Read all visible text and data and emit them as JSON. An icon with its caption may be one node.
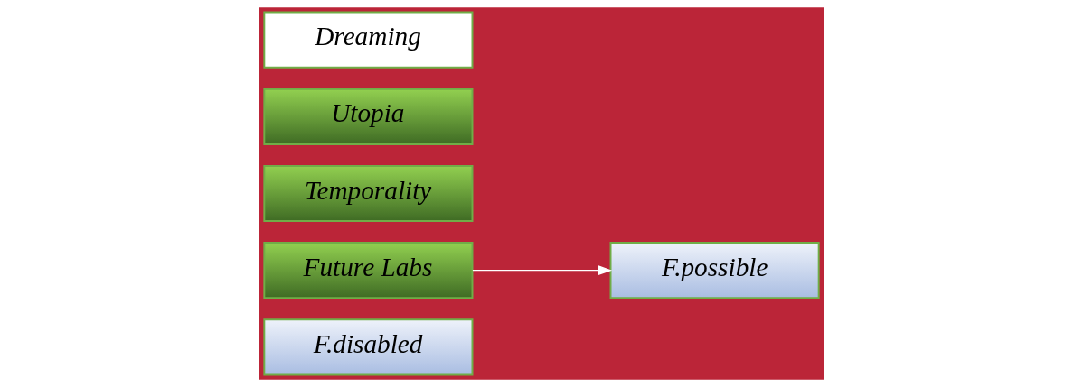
{
  "diagram": {
    "nodes": [
      {
        "text": [
          "Dreaming"
        ]
      },
      {
        "text": [
          "Utopia"
        ]
      },
      {
        "text": [
          "Future Labs"
        ]
      },
      {
        "text": [
          "Temporality"
        ]
      },
      {
        "text": [
          "F.possible"
        ]
      },
      {
        "text": [
          "F.disabled"
        ]
      }
    ],
    "edges": [
      {
        "from": 2,
        "to": 4,
        "arrow": "to",
        "color": "#ffffff"
      }
    ]
  }
}
